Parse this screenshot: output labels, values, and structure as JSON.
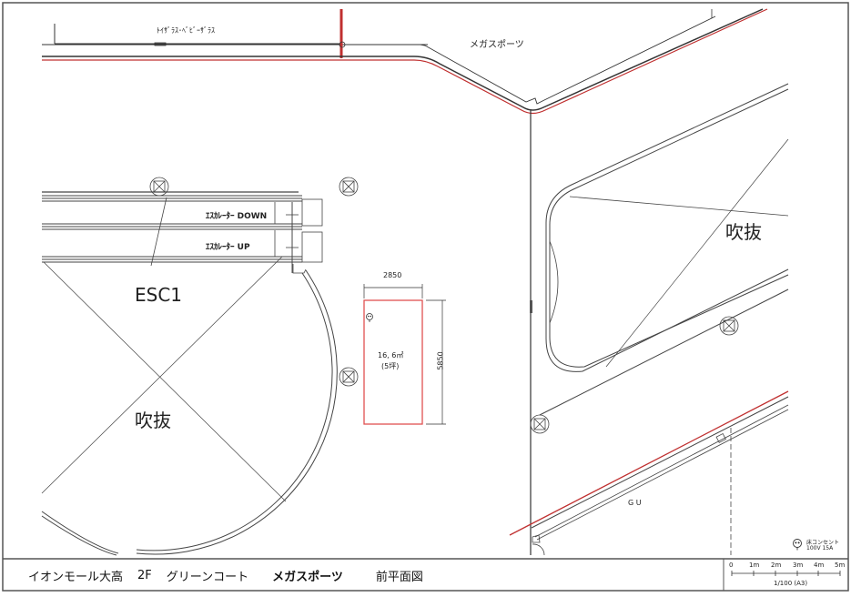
{
  "drawing": {
    "labels": {
      "top_tenant": "ﾄｲｻﾞﾗｽ･ﾍﾞﾋﾞｰｻﾞﾗｽ",
      "tenant": "メガスポーツ",
      "escalator_down": "ｴｽｶﾚｰﾀｰ  DOWN",
      "escalator_up": "ｴｽｶﾚｰﾀｰ  UP",
      "escalator_id": "ESC1",
      "void_left": "吹抜",
      "void_right": "吹抜",
      "gu": "G U"
    },
    "booth": {
      "width_dim": "2850",
      "height_dim": "5850",
      "area": "16, 6㎡",
      "tsubo": "(5坪)",
      "color": "#e05050"
    },
    "legend": {
      "symbol": "outlet-icon",
      "line1": "床コンセント",
      "line2": "100V  15A"
    },
    "scale_bar": {
      "ticks": [
        "0",
        "1m",
        "2m",
        "3m",
        "4m",
        "5m"
      ],
      "caption": "1/100 (A3)"
    },
    "colors": {
      "line": "#333333",
      "red_line": "#c03030",
      "frame": "#555555"
    }
  },
  "title_block": {
    "mall": "イオンモール大高",
    "floor": "2F",
    "court": "グリーンコート",
    "tenant": "メガスポーツ",
    "sheet": "前平面図"
  }
}
